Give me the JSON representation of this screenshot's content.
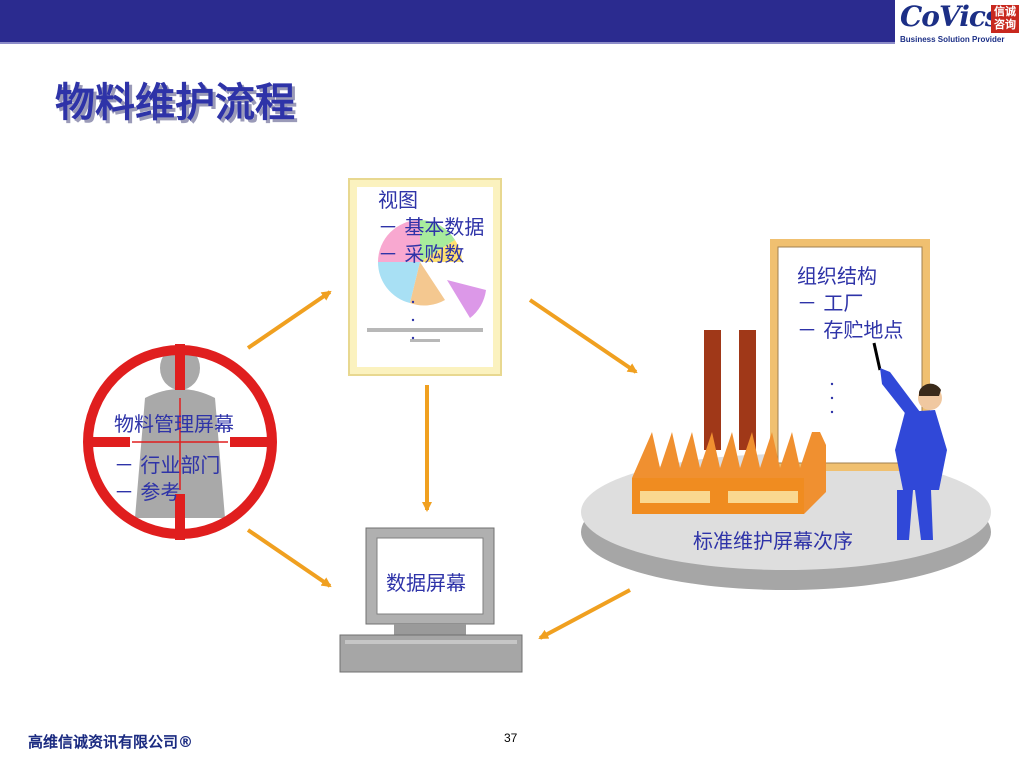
{
  "header": {
    "logo": {
      "word": "CoVics",
      "seal": "信诚咨询",
      "tagline": "Business Solution Provider"
    }
  },
  "title": "物料维护流程",
  "nodes": {
    "material_screen": {
      "title": "物料管理屏幕",
      "items": [
        "－ 行业部门",
        "－ 参考"
      ]
    },
    "views": {
      "title": "视图",
      "items": [
        "－ 基本数据",
        "－ 采购数"
      ]
    },
    "org": {
      "title": "组织结构",
      "items": [
        "－ 工厂",
        "－ 存贮地点"
      ]
    },
    "std_sequence": {
      "title": "标准维护屏幕次序"
    },
    "data_screen": {
      "title": "数据屏幕"
    }
  },
  "footer": {
    "company": "高维信诚资讯有限公司®",
    "page": "37"
  },
  "colors": {
    "accent_blue": "#2e33a8",
    "arrow_orange": "#f0a020",
    "target_red": "#e01e1e",
    "header_navy": "#2b2b8f"
  }
}
